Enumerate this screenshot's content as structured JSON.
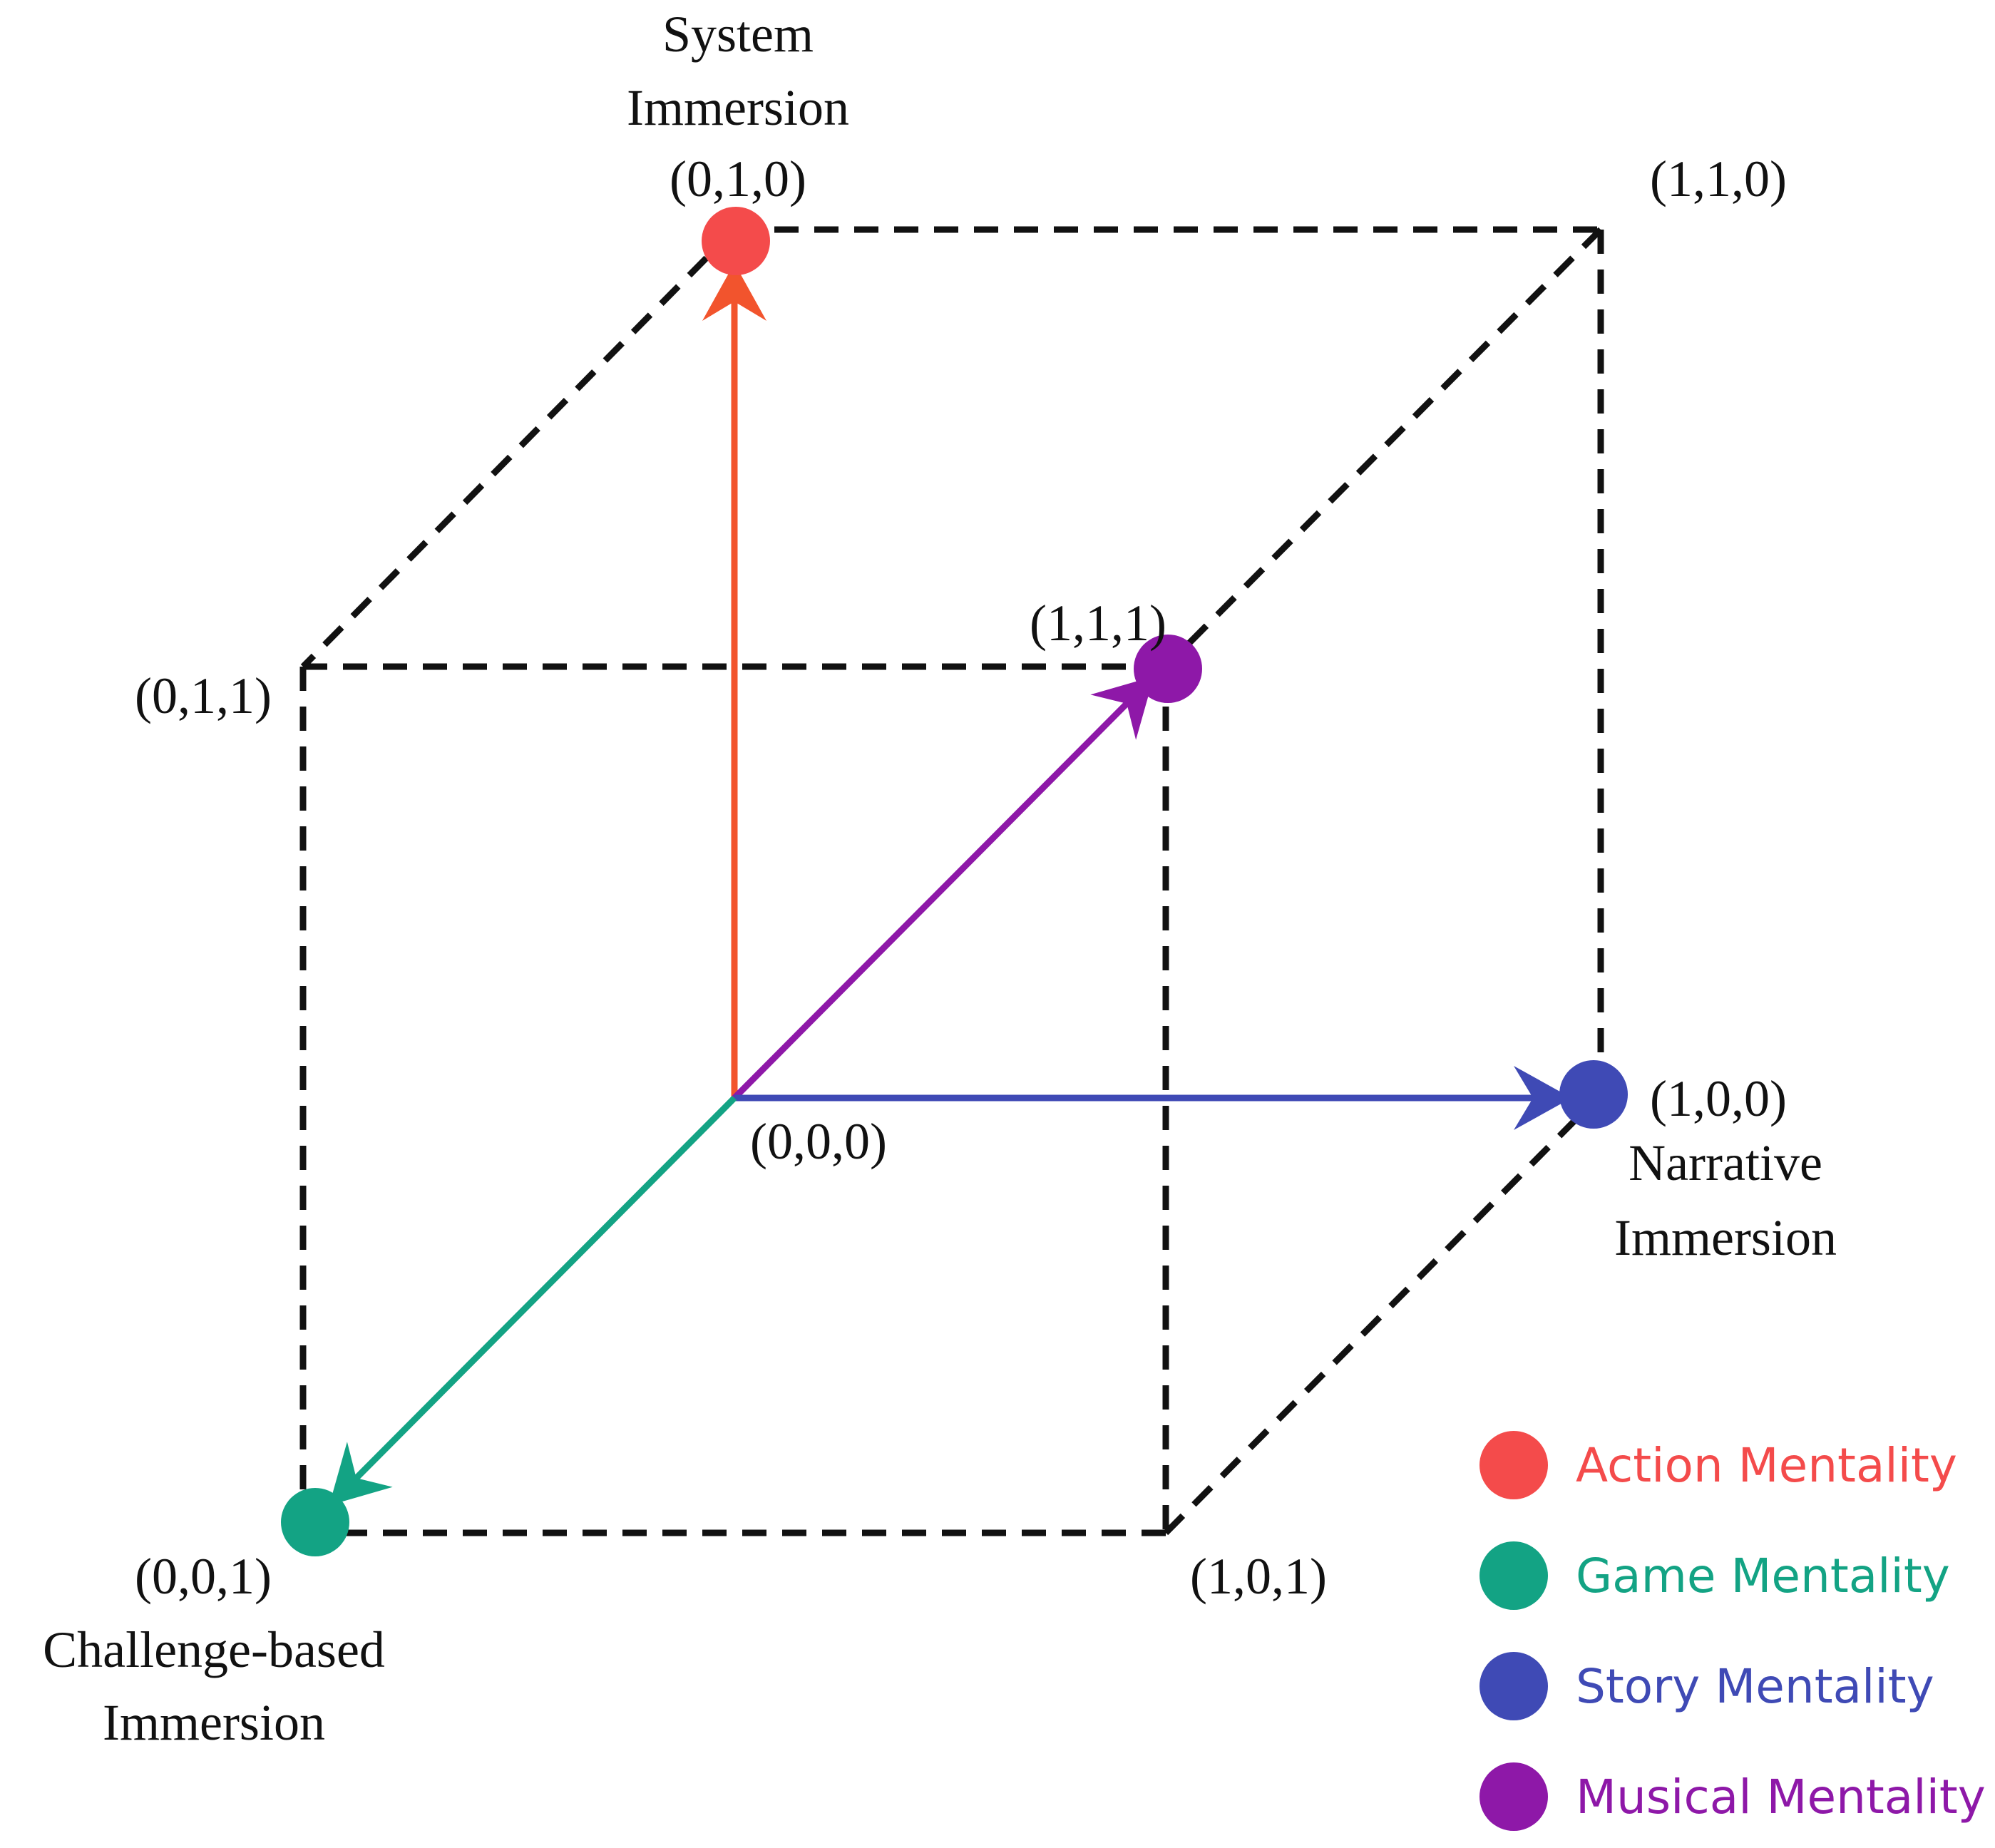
{
  "axes": {
    "system": {
      "title_line1": "System",
      "title_line2": "Immersion"
    },
    "narrative": {
      "title_line1": "Narrative",
      "title_line2": "Immersion"
    },
    "challenge": {
      "title_line1": "Challenge-based",
      "title_line2": "Immersion"
    }
  },
  "vertices": {
    "v000": "(0,0,0)",
    "v010": "(0,1,0)",
    "v110": "(1,1,0)",
    "v011": "(0,1,1)",
    "v111": "(1,1,1)",
    "v100": "(1,0,0)",
    "v001": "(0,0,1)",
    "v101": "(1,0,1)"
  },
  "colors": {
    "action": "#F44B4B",
    "action_arrow": "#F2542D",
    "game": "#13A384",
    "story": "#3F4AB5",
    "musical": "#8E18A8",
    "edge": "#111111"
  },
  "legend": [
    {
      "label": "Action Mentality",
      "color": "#F44B4B"
    },
    {
      "label": "Game Mentality",
      "color": "#13A384"
    },
    {
      "label": "Story Mentality",
      "color": "#3F4AB5"
    },
    {
      "label": "Musical Mentality",
      "color": "#8E18A8"
    }
  ]
}
